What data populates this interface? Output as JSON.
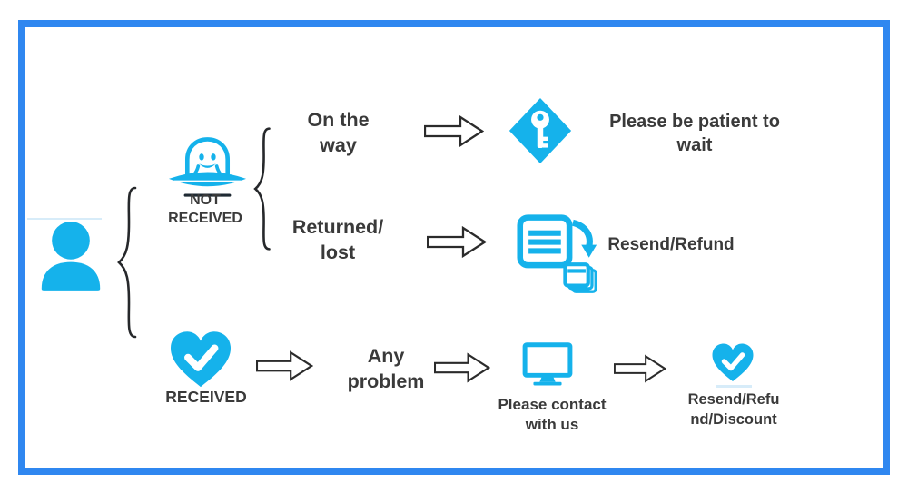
{
  "colors": {
    "accent_cyan": "#15B2EB",
    "frame_blue": "#2F87F0",
    "text_dark": "#3A3A3A",
    "arrow_outline": "#2B2B2B",
    "brace_dark": "#26282B"
  },
  "diagram": {
    "not_received": {
      "label_line1": "NOT",
      "label_line2": "RECEIVED",
      "on_the_way": {
        "condition_line1": "On the",
        "condition_line2": "way",
        "outcome_line1": "Please be patient to",
        "outcome_line2": "wait"
      },
      "returned_lost": {
        "condition_line1": "Returned/",
        "condition_line2": "lost",
        "outcome": "Resend/Refund"
      }
    },
    "received": {
      "label": "RECEIVED",
      "any_problem": {
        "condition_line1": "Any",
        "condition_line2": "problem",
        "contact_line1": "Please contact",
        "contact_line2": "with us",
        "outcome_line1": "Resend/Refu",
        "outcome_line2": "nd/Discount"
      }
    }
  }
}
